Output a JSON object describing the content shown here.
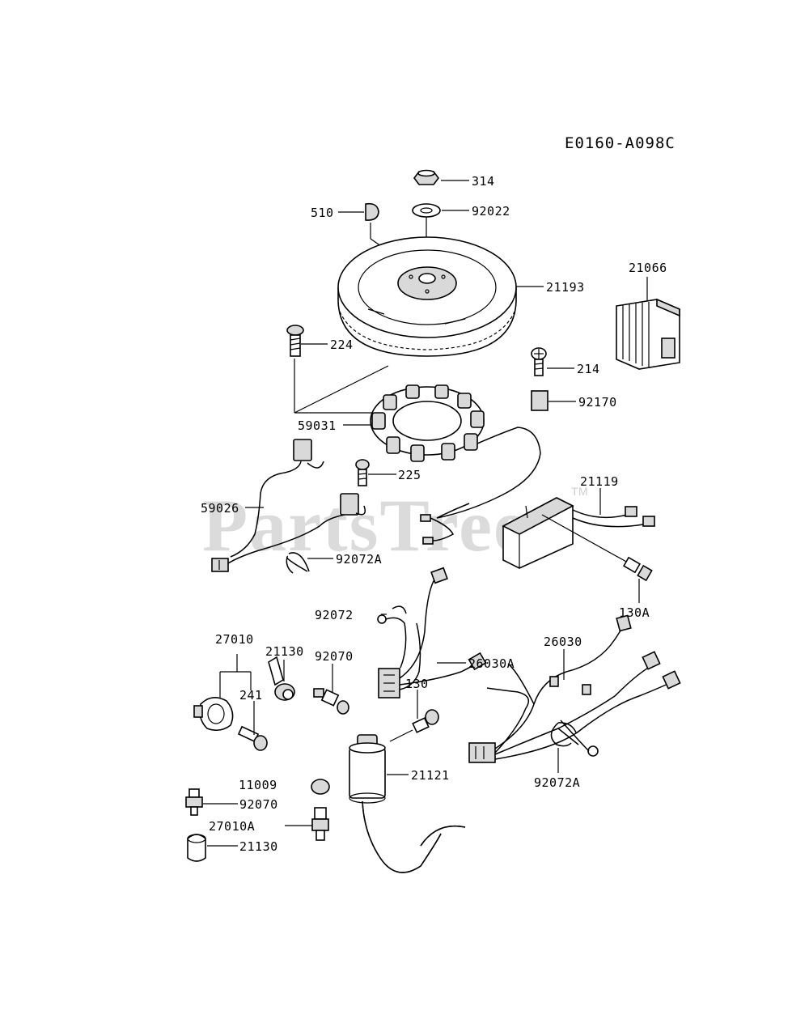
{
  "diagram": {
    "code": "E0160-A098C",
    "watermark": "PartsTree",
    "trademark": "TM",
    "callouts": {
      "c314": "314",
      "c510": "510",
      "c92022": "92022",
      "c21193": "21193",
      "c21066": "21066",
      "c224": "224",
      "c214": "214",
      "c92170": "92170",
      "c59031": "59031",
      "c225": "225",
      "c21119": "21119",
      "c59026": "59026",
      "c92072A_1": "92072A",
      "c130A": "130A",
      "c92072": "92072",
      "c26030A": "26030A",
      "c26030": "26030",
      "c27010": "27010",
      "c21130_1": "21130",
      "c92070_1": "92070",
      "c241": "241",
      "c130": "130",
      "c21121": "21121",
      "c92072A_2": "92072A",
      "c11009": "11009",
      "c92070_2": "92070",
      "c27010A": "27010A",
      "c21130_2": "21130"
    }
  }
}
